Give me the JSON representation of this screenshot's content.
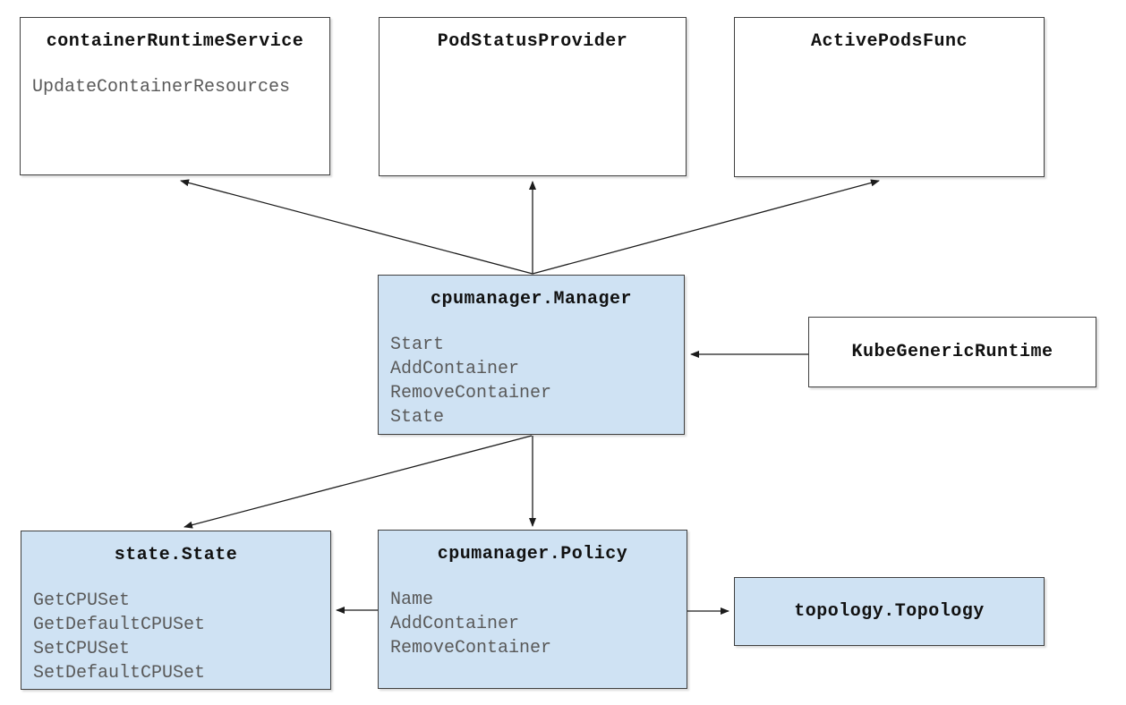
{
  "diagram": {
    "description": "CPU Manager component diagram",
    "colors": {
      "background": "#ffffff",
      "box_fill_white": "#ffffff",
      "box_fill_blue": "#cfe2f3",
      "box_border": "#404040",
      "title_text": "#111111",
      "method_text": "#595959",
      "arrow": "#1c1c1c"
    },
    "nodes": [
      {
        "id": "containerRuntimeService",
        "title": "containerRuntimeService",
        "variant": "white",
        "methods": [
          "UpdateContainerResources"
        ]
      },
      {
        "id": "PodStatusProvider",
        "title": "PodStatusProvider",
        "variant": "white",
        "methods": []
      },
      {
        "id": "ActivePodsFunc",
        "title": "ActivePodsFunc",
        "variant": "white",
        "methods": []
      },
      {
        "id": "cpumanager.Manager",
        "title": "cpumanager.Manager",
        "variant": "blue",
        "methods": [
          "Start",
          "AddContainer",
          "RemoveContainer",
          "State"
        ]
      },
      {
        "id": "KubeGenericRuntime",
        "title": "KubeGenericRuntime",
        "variant": "white",
        "methods": []
      },
      {
        "id": "state.State",
        "title": "state.State",
        "variant": "blue",
        "methods": [
          "GetCPUSet",
          "GetDefaultCPUSet",
          "SetCPUSet",
          "SetDefaultCPUSet"
        ]
      },
      {
        "id": "cpumanager.Policy",
        "title": "cpumanager.Policy",
        "variant": "blue",
        "methods": [
          "Name",
          "AddContainer",
          "RemoveContainer"
        ]
      },
      {
        "id": "topology.Topology",
        "title": "topology.Topology",
        "variant": "blue",
        "methods": []
      }
    ],
    "edges": [
      {
        "from": "cpumanager.Manager",
        "to": "containerRuntimeService"
      },
      {
        "from": "cpumanager.Manager",
        "to": "PodStatusProvider"
      },
      {
        "from": "cpumanager.Manager",
        "to": "ActivePodsFunc"
      },
      {
        "from": "cpumanager.Manager",
        "to": "state.State"
      },
      {
        "from": "cpumanager.Manager",
        "to": "cpumanager.Policy"
      },
      {
        "from": "KubeGenericRuntime",
        "to": "cpumanager.Manager"
      },
      {
        "from": "cpumanager.Policy",
        "to": "state.State"
      },
      {
        "from": "cpumanager.Policy",
        "to": "topology.Topology"
      }
    ]
  }
}
